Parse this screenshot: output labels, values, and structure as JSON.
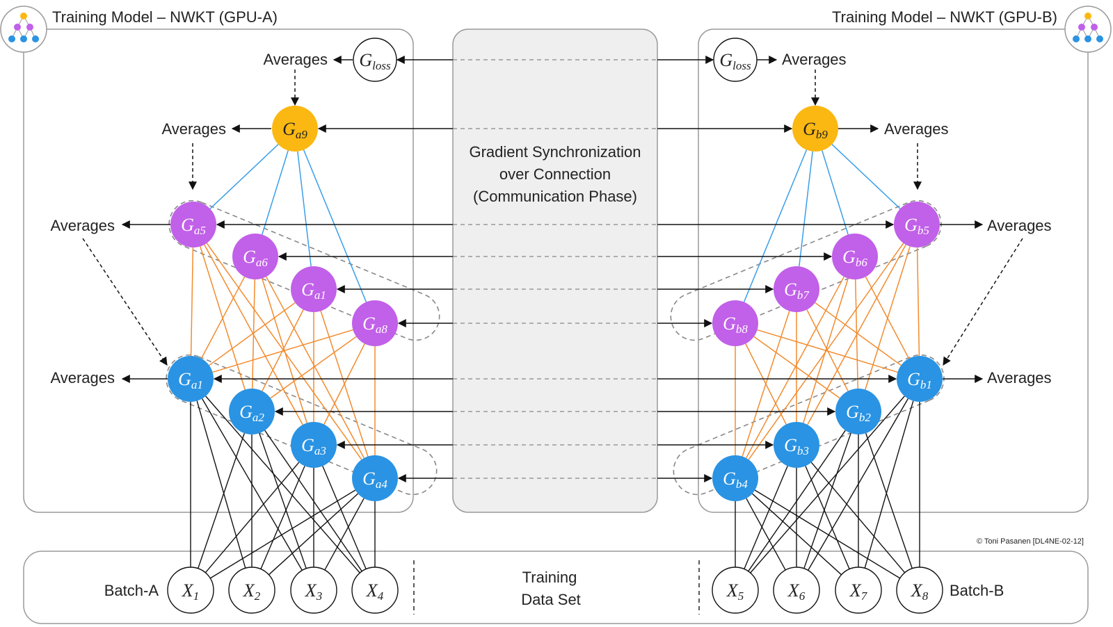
{
  "titles": {
    "left": "Training Model – NWKT (GPU-A)",
    "right": "Training Model – NWKT (GPU-B)"
  },
  "center_text": [
    "Gradient Synchronization",
    "over Connection",
    "(Communication Phase)"
  ],
  "dataset_text": [
    "Training",
    "Data Set"
  ],
  "batches": {
    "left": "Batch-A",
    "right": "Batch-B"
  },
  "copyright": "© Toni Pasanen [DL4NE-02-12]",
  "averages_label": "Averages",
  "colors": {
    "output": "#fbb812",
    "hidden2": "#c160e8",
    "hidden1": "#2a93e3",
    "edge_orange": "#f28b2e",
    "edge_blue": "#3a9ee8"
  },
  "nodes": {
    "a": {
      "loss": {
        "main": "G",
        "sub": "loss"
      },
      "out": {
        "main": "G",
        "sub": "a9"
      },
      "h2": [
        {
          "main": "G",
          "sub": "a5"
        },
        {
          "main": "G",
          "sub": "a6"
        },
        {
          "main": "G",
          "sub": "a1"
        },
        {
          "main": "G",
          "sub": "a8"
        }
      ],
      "h1": [
        {
          "main": "G",
          "sub": "a1"
        },
        {
          "main": "G",
          "sub": "a2"
        },
        {
          "main": "G",
          "sub": "a3"
        },
        {
          "main": "G",
          "sub": "a4"
        }
      ],
      "x": [
        {
          "main": "X",
          "sub": "1"
        },
        {
          "main": "X",
          "sub": "2"
        },
        {
          "main": "X",
          "sub": "3"
        },
        {
          "main": "X",
          "sub": "4"
        }
      ]
    },
    "b": {
      "loss": {
        "main": "G",
        "sub": "loss"
      },
      "out": {
        "main": "G",
        "sub": "b9"
      },
      "h2": [
        {
          "main": "G",
          "sub": "b5"
        },
        {
          "main": "G",
          "sub": "b6"
        },
        {
          "main": "G",
          "sub": "b7"
        },
        {
          "main": "G",
          "sub": "b8"
        }
      ],
      "h1": [
        {
          "main": "G",
          "sub": "b1"
        },
        {
          "main": "G",
          "sub": "b2"
        },
        {
          "main": "G",
          "sub": "b3"
        },
        {
          "main": "G",
          "sub": "b4"
        }
      ],
      "x": [
        {
          "main": "X",
          "sub": "5"
        },
        {
          "main": "X",
          "sub": "6"
        },
        {
          "main": "X",
          "sub": "7"
        },
        {
          "main": "X",
          "sub": "8"
        }
      ]
    }
  }
}
